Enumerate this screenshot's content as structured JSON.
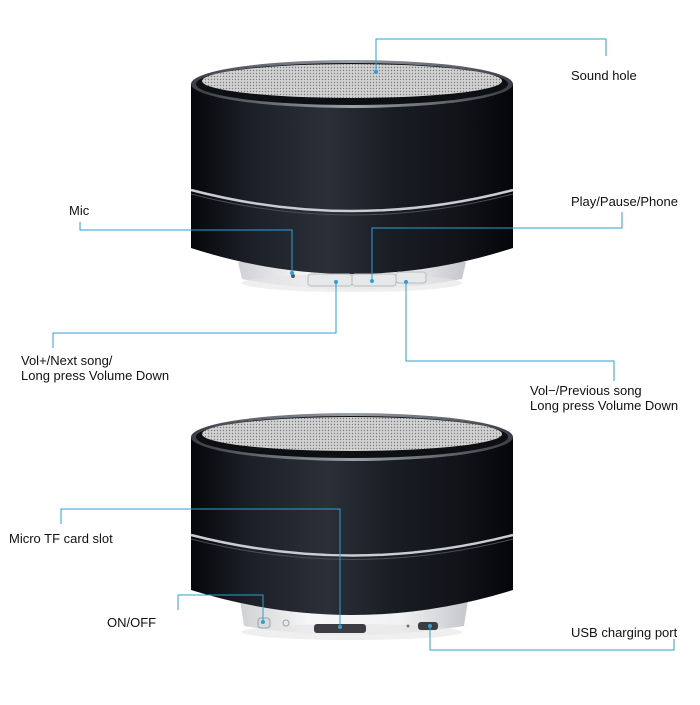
{
  "colors": {
    "leader_line": "#2f9fd0",
    "speaker_body": "#15171d",
    "speaker_ring": "#c9ccd1",
    "grille": "#b9b9b9",
    "base_plate": "#ececee",
    "background": "#ffffff"
  },
  "top_speaker": {
    "labels": {
      "sound_hole": "Sound hole",
      "mic": "Mic",
      "play_pause_phone": "Play/Pause/Phone",
      "vol_plus_line1": "Vol+/Next song/",
      "vol_plus_line2": "Long press Volume Down",
      "vol_minus_line1": "Vol−/Previous song",
      "vol_minus_line2": "Long press Volume Down"
    }
  },
  "bottom_speaker": {
    "labels": {
      "micro_tf": "Micro TF card slot",
      "on_off": "ON/OFF",
      "usb_charging": "USB charging port"
    }
  }
}
